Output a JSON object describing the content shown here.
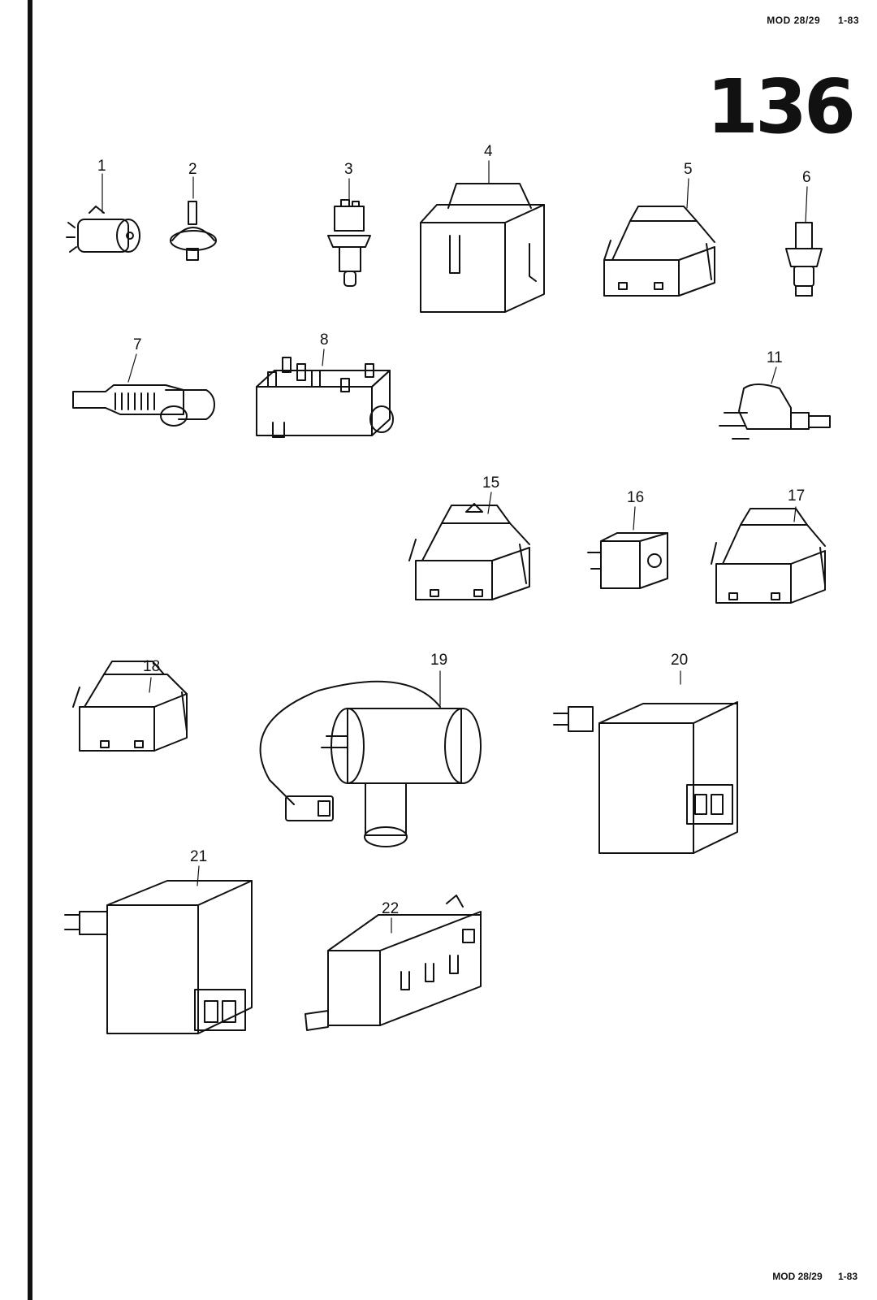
{
  "header": {
    "model": "MOD 28/29",
    "date": "1-83"
  },
  "page_number": "136",
  "footer": {
    "model": "MOD 28/29",
    "date": "1-83"
  },
  "callouts": [
    "1",
    "2",
    "3",
    "4",
    "5",
    "6",
    "7",
    "8",
    "11",
    "15",
    "16",
    "17",
    "18",
    "19",
    "20",
    "21",
    "22"
  ]
}
